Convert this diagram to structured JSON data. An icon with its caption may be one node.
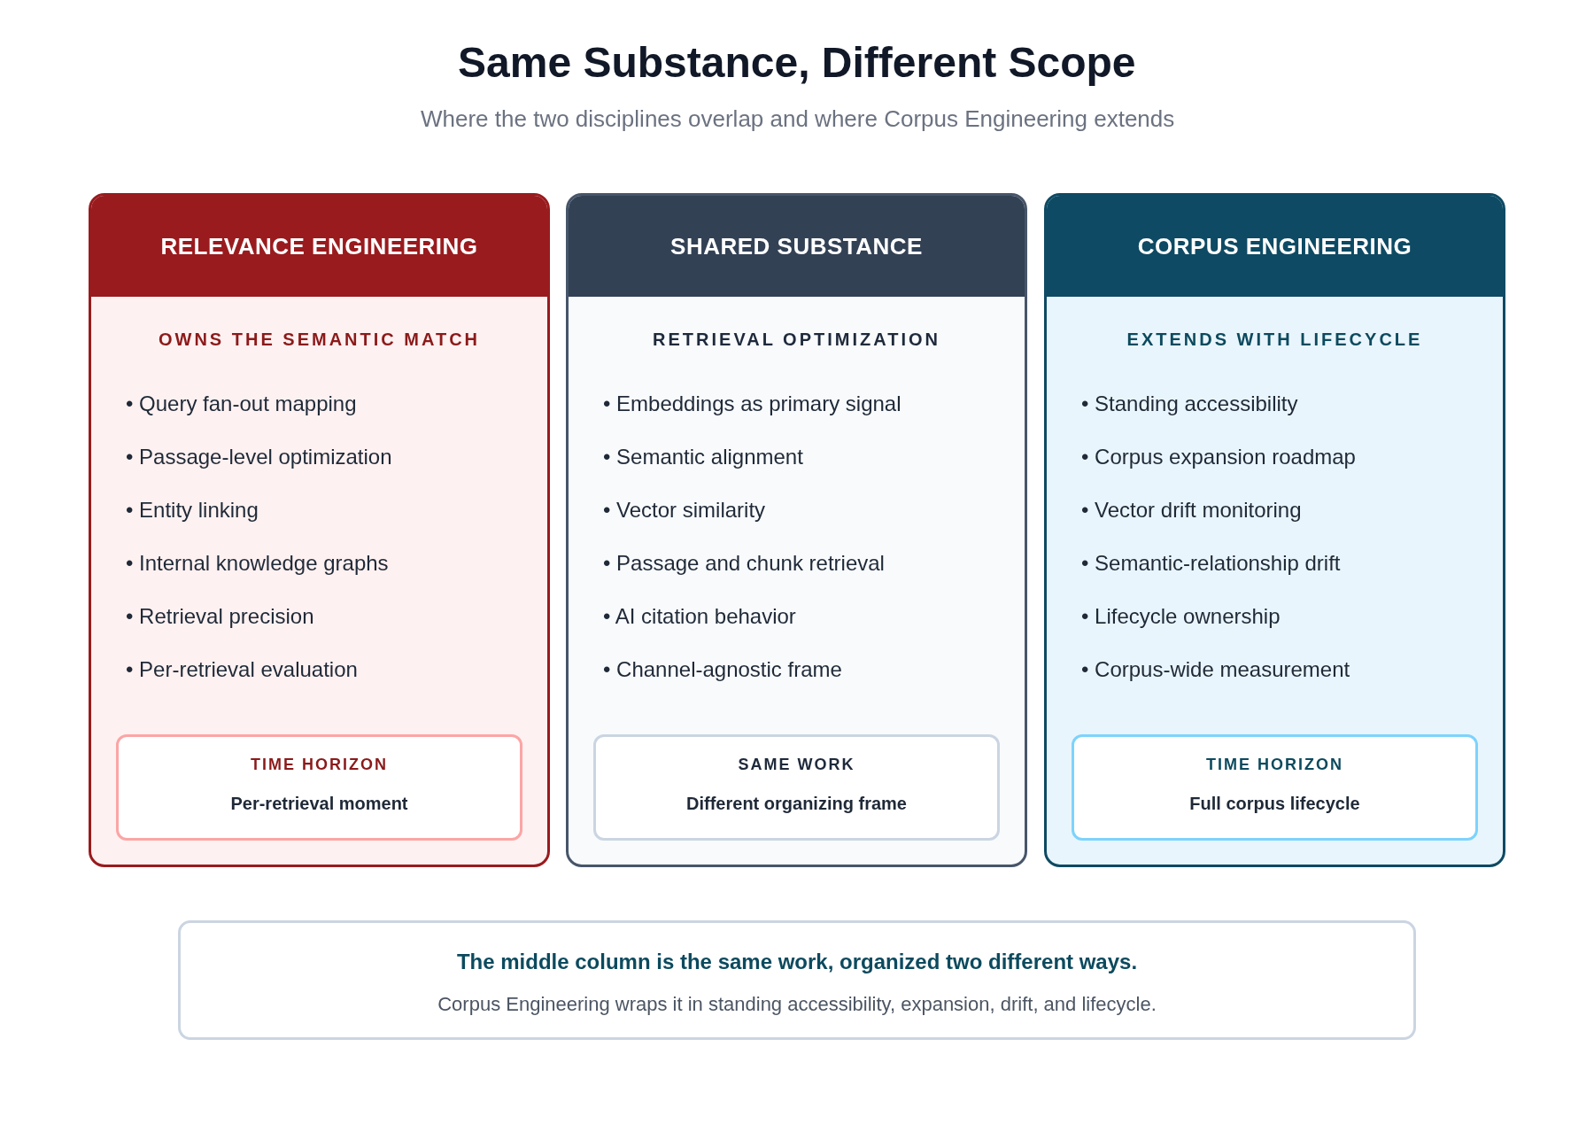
{
  "diagram": {
    "title": "Same Substance, Different Scope",
    "nodes": [
      {
        "text": [
          "RELEVANCE ENGINEERING",
          "OWNS THE SEMANTIC MATCH",
          "• Query fan-out mapping",
          "• Passage-level optimization",
          "• Entity linking",
          "• Internal knowledge graphs",
          "• Retrieval precision",
          "• Per-retrieval evaluation"
        ]
      },
      {
        "text": [
          "TIME HORIZON",
          "Per-retrieval moment"
        ],
        "in": 0
      },
      {
        "text": [
          "SHARED SUBSTANCE",
          "RETRIEVAL OPTIMIZATION",
          "• Embeddings as primary signal",
          "• Semantic alignment",
          "• Vector similarity",
          "• Passage and chunk retrieval",
          "• AI citation behavior",
          "• Channel-agnostic frame"
        ]
      },
      {
        "text": [
          "SAME WORK",
          "Different organizing frame"
        ],
        "in": 2
      },
      {
        "text": [
          "CORPUS ENGINEERING",
          "EXTENDS WITH LIFECYCLE",
          "• Standing accessibility",
          "• Corpus expansion roadmap",
          "• Vector drift monitoring",
          "• Semantic-relationship drift",
          "• Lifecycle ownership",
          "• Corpus-wide measurement"
        ]
      },
      {
        "text": [
          "TIME HORIZON",
          "Full corpus lifecycle"
        ],
        "in": 4
      },
      {
        "text": [
          "The middle column is the same work, organized two different ways.",
          "Corpus Engineering wraps it in standing accessibility, expansion, drift, and lifecycle."
        ]
      }
    ],
    "labels": [
      "Where the two disciplines overlap and where Corpus Engineering extends"
    ]
  }
}
